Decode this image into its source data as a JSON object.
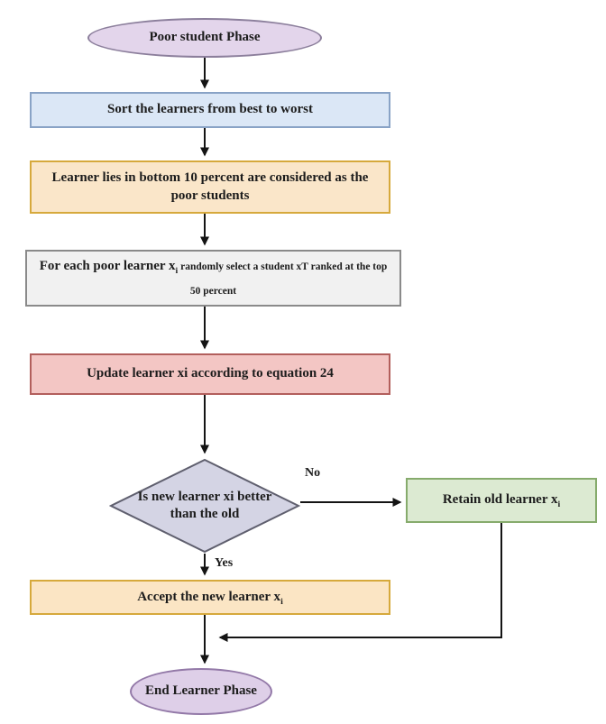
{
  "nodes": {
    "start": {
      "label": "Poor student Phase"
    },
    "sort": {
      "label": "Sort the learners from best to worst"
    },
    "bottom": {
      "label": "Learner lies in bottom 10 percent are considered as the poor students"
    },
    "select": {
      "lead": "For each poor learner x",
      "lead_sub": "i",
      "rest": " randomly select a student xT ranked at the top 50 percent"
    },
    "update": {
      "label": "Update learner xi according to equation 24"
    },
    "decision": {
      "label": "Is new learner xi better than the old"
    },
    "retain": {
      "text": "Retain old learner x",
      "sub": "i"
    },
    "accept": {
      "text": "Accept the new learner x",
      "sub": "i"
    },
    "end": {
      "label": "End Learner Phase"
    }
  },
  "labels": {
    "no": "No",
    "yes": "Yes"
  },
  "colors": {
    "start_fill": "#e3d5eb",
    "start_border": "#8c7f9c",
    "sort_fill": "#dbe7f6",
    "sort_border": "#89a3c6",
    "bottom_fill": "#fae6c9",
    "bottom_border": "#d6a93c",
    "select_fill": "#f1f1f1",
    "select_border": "#8a8a8a",
    "update_fill": "#f3c6c4",
    "update_border": "#b25f5c",
    "decision_fill": "#d4d4e4",
    "decision_border": "#5f5f6e",
    "retain_fill": "#dcead2",
    "retain_border": "#86ab6c",
    "accept_fill": "#fbe5c4",
    "accept_border": "#d6a93c",
    "end_fill": "#decfe8",
    "end_border": "#9379a8",
    "line": "#141414",
    "text": "#1c1c1c"
  }
}
